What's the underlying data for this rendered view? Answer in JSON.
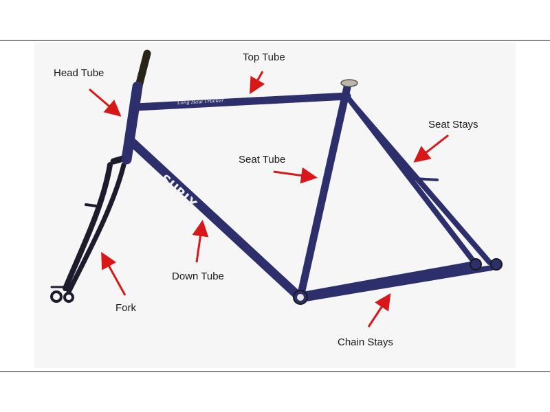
{
  "diagram": {
    "labels": {
      "head_tube": "Head Tube",
      "top_tube": "Top Tube",
      "seat_tube": "Seat Tube",
      "seat_stays": "Seat Stays",
      "down_tube": "Down Tube",
      "fork": "Fork",
      "chain_stays": "Chain Stays"
    },
    "frame_decals": {
      "brand": "SURLY",
      "model": "Long Haul Trucker"
    },
    "colors": {
      "frame": "#2c2f6b",
      "frame_highlight": "#4a4f93",
      "arrow": "#d81818",
      "fork_dark": "#1c1c2c"
    }
  }
}
